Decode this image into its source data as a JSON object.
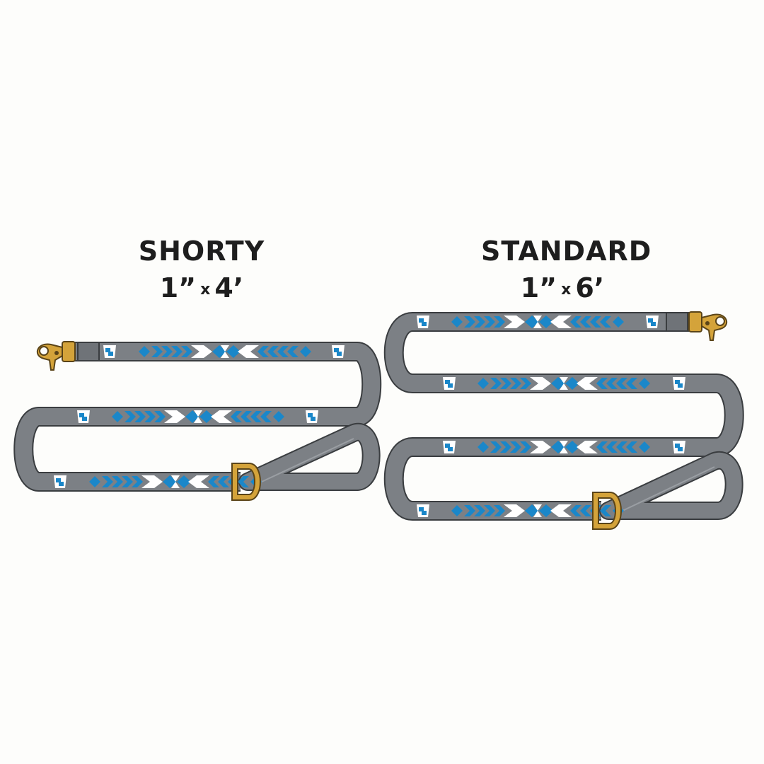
{
  "products": [
    {
      "name": "SHORTY",
      "width": "1”",
      "sep": "x",
      "length": "4’"
    },
    {
      "name": "STANDARD",
      "width": "1”",
      "sep": "x",
      "length": "6’"
    }
  ],
  "colors": {
    "background": "#fdfdfb",
    "strap": "#7c8085",
    "strap_edge": "#3a3d40",
    "pattern_blue": "#1a87c9",
    "pattern_white": "#ffffff",
    "hardware_gold": "#d4a33a",
    "hardware_edge": "#5a4418"
  },
  "icons": [
    "leash-clip-icon",
    "d-ring-icon",
    "logo-badge-icon",
    "arrow-pattern"
  ]
}
